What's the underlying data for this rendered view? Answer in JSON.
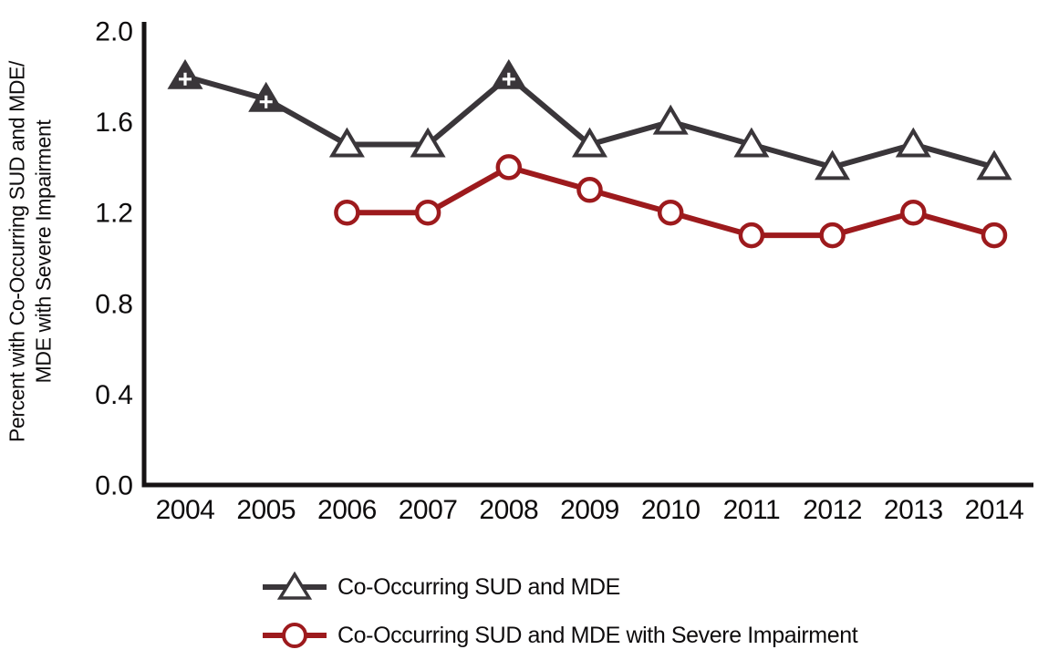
{
  "chart_data": {
    "type": "line",
    "title": "",
    "x_labels": [
      "2004",
      "2005",
      "2006",
      "2007",
      "2008",
      "2009",
      "2010",
      "2011",
      "2012",
      "2013",
      "2014"
    ],
    "ylabel_lines": [
      "Percent with Co-Occurring SUD and MDE/",
      "MDE with Severe Impairment"
    ],
    "ylim": [
      0.0,
      2.0
    ],
    "ytick_labels": [
      "0.0",
      "0.4",
      "0.8",
      "1.2",
      "1.6",
      "2.0"
    ],
    "grid": false,
    "legend_position": "bottom-left",
    "axis_color": "#161314",
    "text_color": "#0e0c0d",
    "marker_open_fill": "#ffffff",
    "series": [
      {
        "name": "Co-Occurring SUD and MDE",
        "color": "#3a363a",
        "marker": "triangle",
        "values": [
          1.8,
          1.7,
          1.5,
          1.5,
          1.8,
          1.5,
          1.6,
          1.5,
          1.4,
          1.5,
          1.4
        ],
        "filled_plus_marker_years": [
          "2004",
          "2005",
          "2008"
        ]
      },
      {
        "name": "Co-Occurring SUD and MDE with Severe Impairment",
        "color": "#9d1a1d",
        "marker": "circle",
        "values": [
          null,
          null,
          1.2,
          1.2,
          1.4,
          1.3,
          1.2,
          1.1,
          1.1,
          1.2,
          1.1
        ],
        "filled_plus_marker_years": []
      }
    ]
  }
}
